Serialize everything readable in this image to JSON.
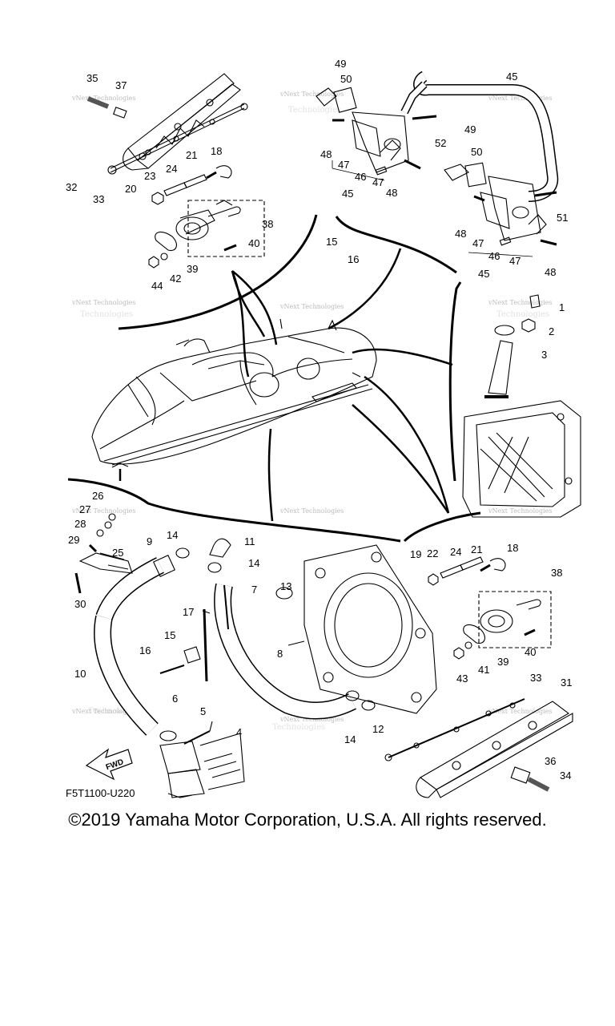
{
  "diagram": {
    "code": "F5T1100-U220",
    "fwd_label": "FWD",
    "watermark_line1": "vNext Technologies",
    "watermark_line2": "Technologies",
    "callouts": {
      "n1": "1",
      "n2": "2",
      "n3": "3",
      "n4": "4",
      "n5": "5",
      "n6": "6",
      "n7": "7",
      "n8": "8",
      "n9": "9",
      "n10": "10",
      "n11": "11",
      "n12": "12",
      "n13": "13",
      "n14a": "14",
      "n14b": "14",
      "n14c": "14",
      "n15a": "15",
      "n15b": "15",
      "n16a": "16",
      "n16b": "16",
      "n17": "17",
      "n18a": "18",
      "n18b": "18",
      "n19": "19",
      "n20": "20",
      "n21a": "21",
      "n21b": "21",
      "n22": "22",
      "n23": "23",
      "n24a": "24",
      "n24b": "24",
      "n25": "25",
      "n26": "26",
      "n27": "27",
      "n28": "28",
      "n29": "29",
      "n30": "30",
      "n31": "31",
      "n32": "32",
      "n33a": "33",
      "n33b": "33",
      "n34": "34",
      "n35": "35",
      "n36": "36",
      "n37": "37",
      "n38a": "38",
      "n38b": "38",
      "n39a": "39",
      "n39b": "39",
      "n40a": "40",
      "n40b": "40",
      "n41": "41",
      "n42": "42",
      "n43": "43",
      "n44": "44",
      "n45a": "45",
      "n45b": "45",
      "n45c": "45",
      "n46a": "46",
      "n46b": "46",
      "n47a": "47",
      "n47b": "47",
      "n47c": "47",
      "n47d": "47",
      "n48a": "48",
      "n48b": "48",
      "n48c": "48",
      "n48d": "48",
      "n49a": "49",
      "n49b": "49",
      "n50a": "50",
      "n50b": "50",
      "n51": "51",
      "n52": "52"
    }
  },
  "footer": {
    "copyright": "©2019 Yamaha Motor Corporation, U.S.A. All rights reserved."
  }
}
